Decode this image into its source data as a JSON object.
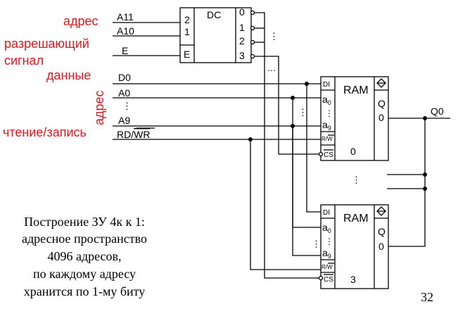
{
  "labels": {
    "address": "адрес",
    "enable_line1": "разрешающий",
    "enable_line2": "сигнал",
    "data": "данные",
    "address_vertical": "адрес",
    "rw": "чтение/запись"
  },
  "signals": {
    "a11": "A11",
    "a10": "A10",
    "e": "E",
    "d0": "D0",
    "a0": "A0",
    "a9": "A9",
    "rd": "RD/",
    "wr": "WR",
    "q0": "Q0"
  },
  "decoder": {
    "title": "DC",
    "in_2": "2",
    "in_1": "1",
    "in_e": "E",
    "out_0": "0",
    "out_1": "1",
    "out_2": "2",
    "out_3": "3"
  },
  "ram": {
    "title": "RAM",
    "di": "DI",
    "a0": "a",
    "a0_sub": "0",
    "a9": "a",
    "a9_sub": "9",
    "rw": "R/W",
    "cs": "CS",
    "q": "Q",
    "q_sub": "0",
    "chip_top_index": "0",
    "chip_bottom_index": "3"
  },
  "caption": [
    "Построение ЗУ 4к к 1:",
    "адресное пространство",
    "4096 адресов,",
    "по каждому адресу",
    "хранится по 1-му биту"
  ],
  "page_number": "32",
  "colors": {
    "label": "#e8141b",
    "line": "#000000"
  }
}
